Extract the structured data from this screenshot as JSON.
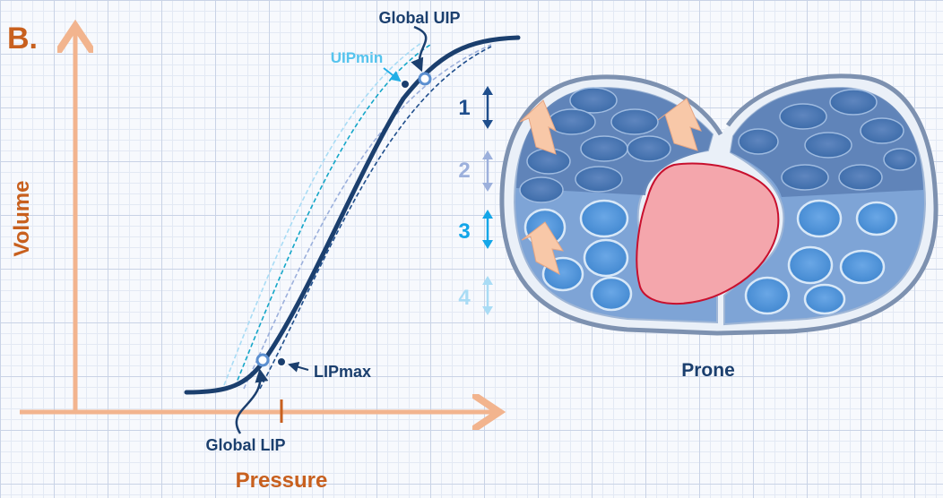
{
  "panel_label": "B.",
  "axes": {
    "x_label": "Pressure",
    "y_label": "Volume"
  },
  "curve_labels": {
    "global_uip": "Global UIP",
    "uip_min": "UIPmin",
    "global_lip": "Global LIP",
    "lip_max": "LIPmax"
  },
  "regions": [
    {
      "number": "1",
      "color": "#1f4e8c"
    },
    {
      "number": "2",
      "color": "#9cb0dc"
    },
    {
      "number": "3",
      "color": "#14a6e8"
    },
    {
      "number": "4",
      "color": "#a9dcf5"
    }
  ],
  "lung_label": "Prone",
  "colors": {
    "axis": "#f2b48e",
    "axis_text": "#c8601e",
    "main_curve": "#1b3f6e",
    "label_text": "#1b3f6e",
    "uip_min_text": "#55c4ee",
    "heart_fill": "#f4a6ac",
    "heart_stroke": "#c8102e",
    "lung_arrow": "#f8c8a8"
  }
}
